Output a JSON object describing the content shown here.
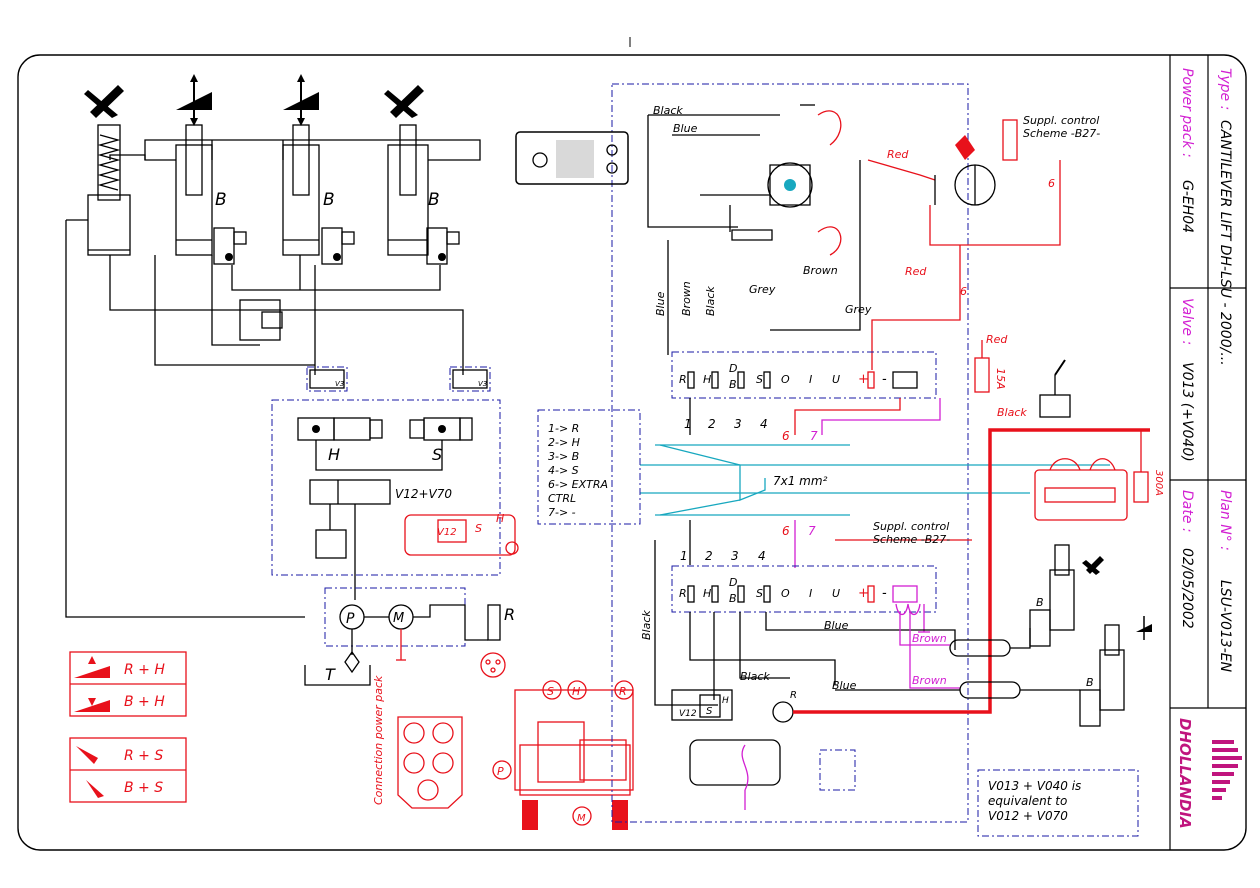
{
  "title_block": {
    "type_label": "Type :",
    "type_value": "CANTILEVER LIFT DH-LSU  -  2000/...",
    "power_label": "Power pack :",
    "power_value": "G-EH04",
    "valve_label": "Valve :",
    "valve_value": "V013 (+V040)",
    "plan_label": "Plan N° :",
    "plan_value": "LSU-V013-EN",
    "date_label": "Date :",
    "date_value": "02/05/2002",
    "brand": "DHOLLANDIA"
  },
  "hydraulic": {
    "b_label": "B",
    "h_label": "H",
    "s_label": "S",
    "v3_label": "V3",
    "valve_label": "V12+V70",
    "p_label": "P",
    "m_label": "M",
    "r_label": "R",
    "t_label": "T",
    "v12_label": "V12"
  },
  "legend_functions": [
    {
      "text": "R + H"
    },
    {
      "text": "B + H"
    },
    {
      "text": "R + S"
    },
    {
      "text": "B + S"
    }
  ],
  "connection_label": "Connection power pack",
  "wiring": {
    "black": "Black",
    "blue": "Blue",
    "brown": "Brown",
    "grey": "Grey",
    "red": "Red",
    "wire6": "6",
    "wire7": "7",
    "suppl_control": "Suppl. control",
    "scheme": "Scheme -B27-",
    "fuse15": "15A",
    "fuse300": "300A",
    "cable": "7x1 mm²",
    "terminals": [
      "R",
      "H",
      "D",
      "B",
      "S",
      "O",
      "I",
      "U",
      "+",
      "-"
    ],
    "wire_numbers": [
      "1",
      "2",
      "3",
      "4"
    ]
  },
  "wire_key": [
    "1-> R",
    "2-> H",
    "3-> B",
    "4-> S",
    "6-> EXTRA",
    "     CTRL",
    "7-> -"
  ],
  "note": [
    "V013 + V040 is",
    "equivalent to",
    "V012 + V070"
  ]
}
